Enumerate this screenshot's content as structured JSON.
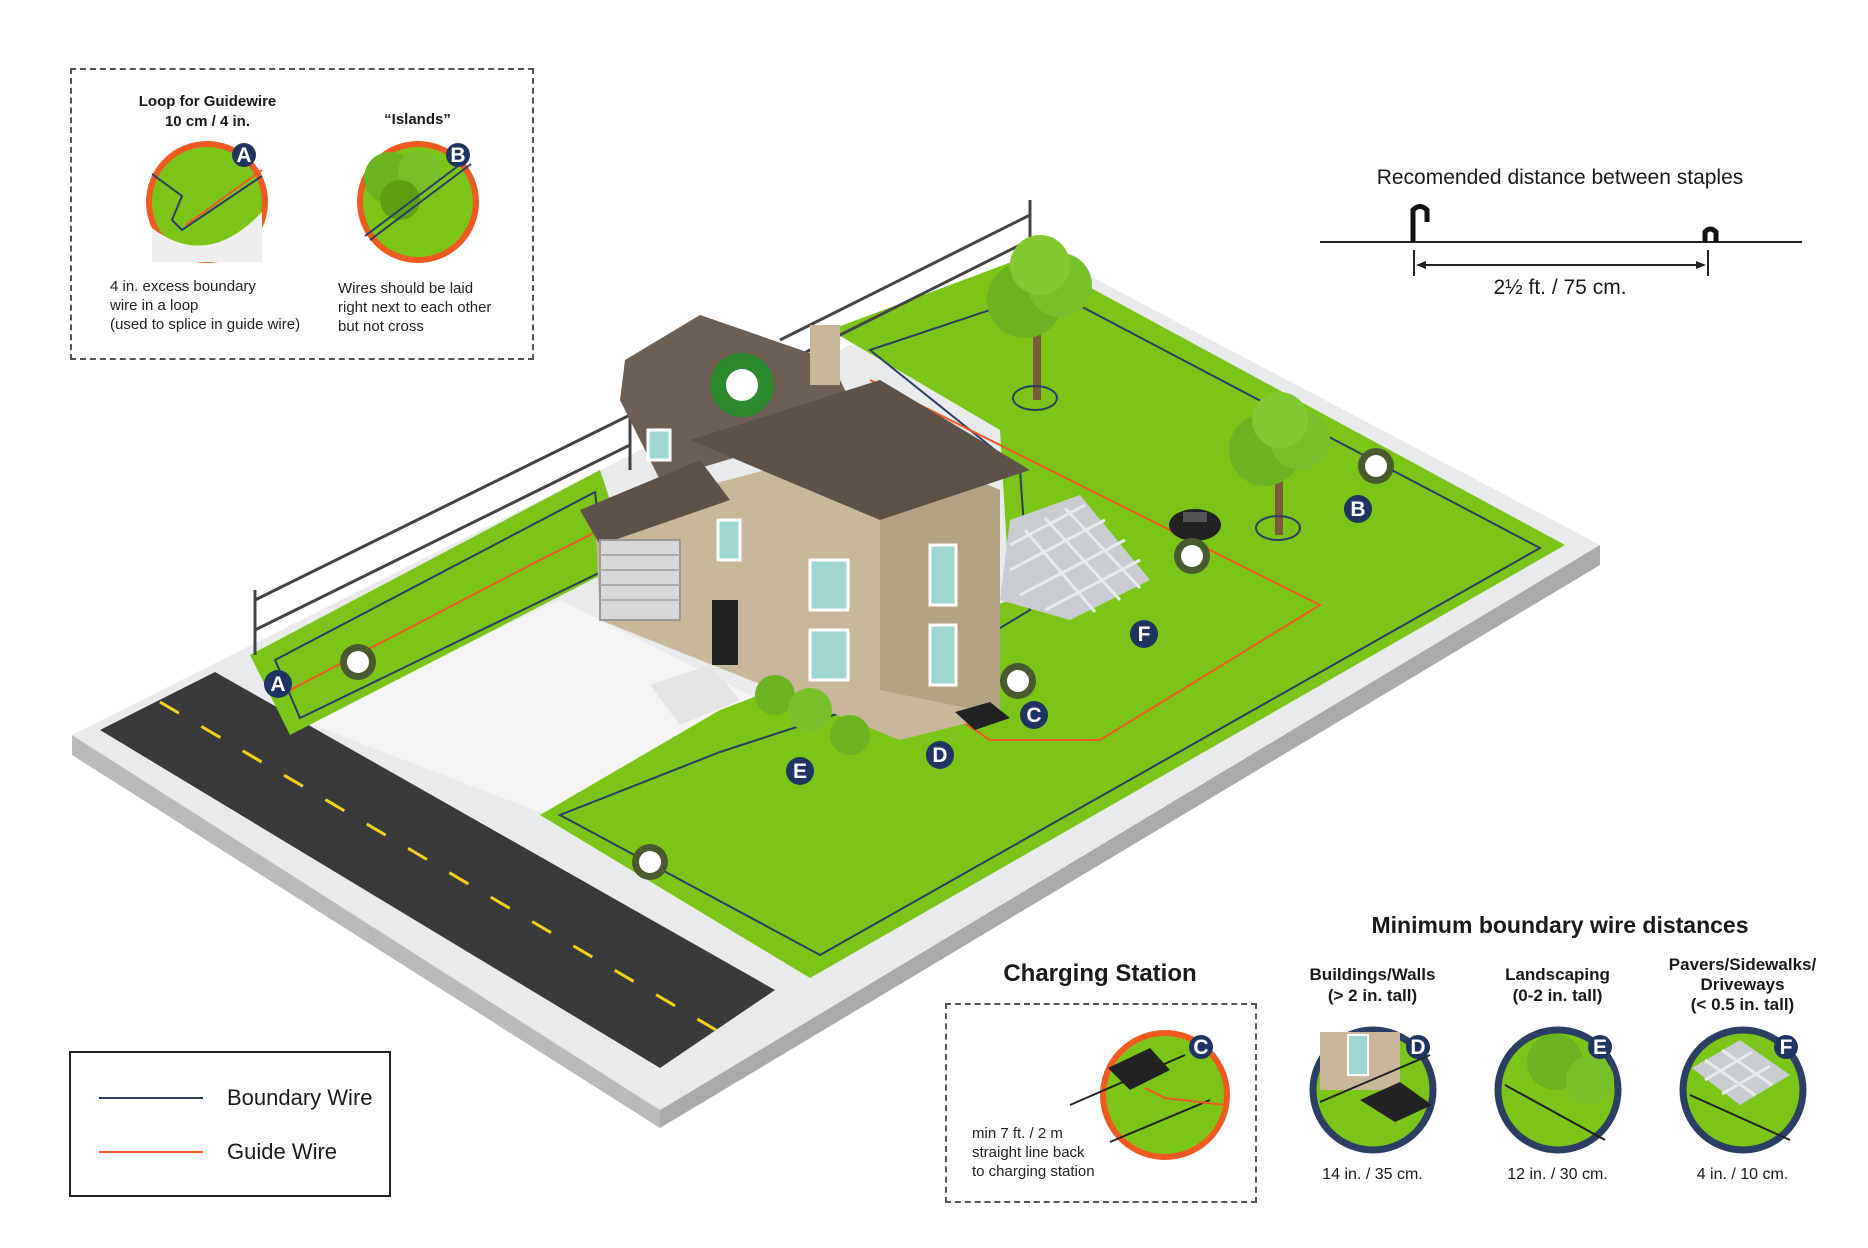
{
  "colors": {
    "grass": "#7cc417",
    "grass_dark": "#5e9e10",
    "boundary_wire": "#2c3e63",
    "guide_wire": "#f05a22",
    "marker_fill": "#1f3460",
    "roof": "#6e5f55",
    "house_wall": "#c8b79b",
    "road": "#3a3a3a"
  },
  "loop_panel": {
    "title_line1": "Loop for Guidewire",
    "title_line2": "10 cm / 4 in.",
    "marker": "A",
    "caption_line1": "4 in. excess boundary",
    "caption_line2": "wire in a loop",
    "caption_line3": "(used to splice in guide wire)"
  },
  "islands_panel": {
    "title": "“Islands”",
    "marker": "B",
    "caption_line1": "Wires should be laid",
    "caption_line2": "right next to each other",
    "caption_line3": "but not cross"
  },
  "staples": {
    "title": "Recomended distance between staples",
    "distance": "2½ ft. / 75 cm."
  },
  "legend": {
    "boundary_label": "Boundary Wire",
    "guide_label": "Guide Wire"
  },
  "charging": {
    "title": "Charging Station",
    "marker": "C",
    "caption_line1": "min 7 ft. / 2 m",
    "caption_line2": "straight line back",
    "caption_line3": "to charging station"
  },
  "min_distances": {
    "title": "Minimum boundary wire distances",
    "items": [
      {
        "marker": "D",
        "label_line1": "Buildings/Walls",
        "label_line2": "(> 2 in. tall)",
        "label_line3": "",
        "value": "14 in. / 35 cm."
      },
      {
        "marker": "E",
        "label_line1": "Landscaping",
        "label_line2": "(0-2 in. tall)",
        "label_line3": "",
        "value": "12 in. / 30 cm."
      },
      {
        "marker": "F",
        "label_line1": "Pavers/Sidewalks/",
        "label_line2": "Driveways",
        "label_line3": "(< 0.5 in. tall)",
        "value": "4 in. / 10 cm."
      }
    ]
  },
  "map_markers": [
    "A",
    "B",
    "C",
    "D",
    "E",
    "F"
  ]
}
